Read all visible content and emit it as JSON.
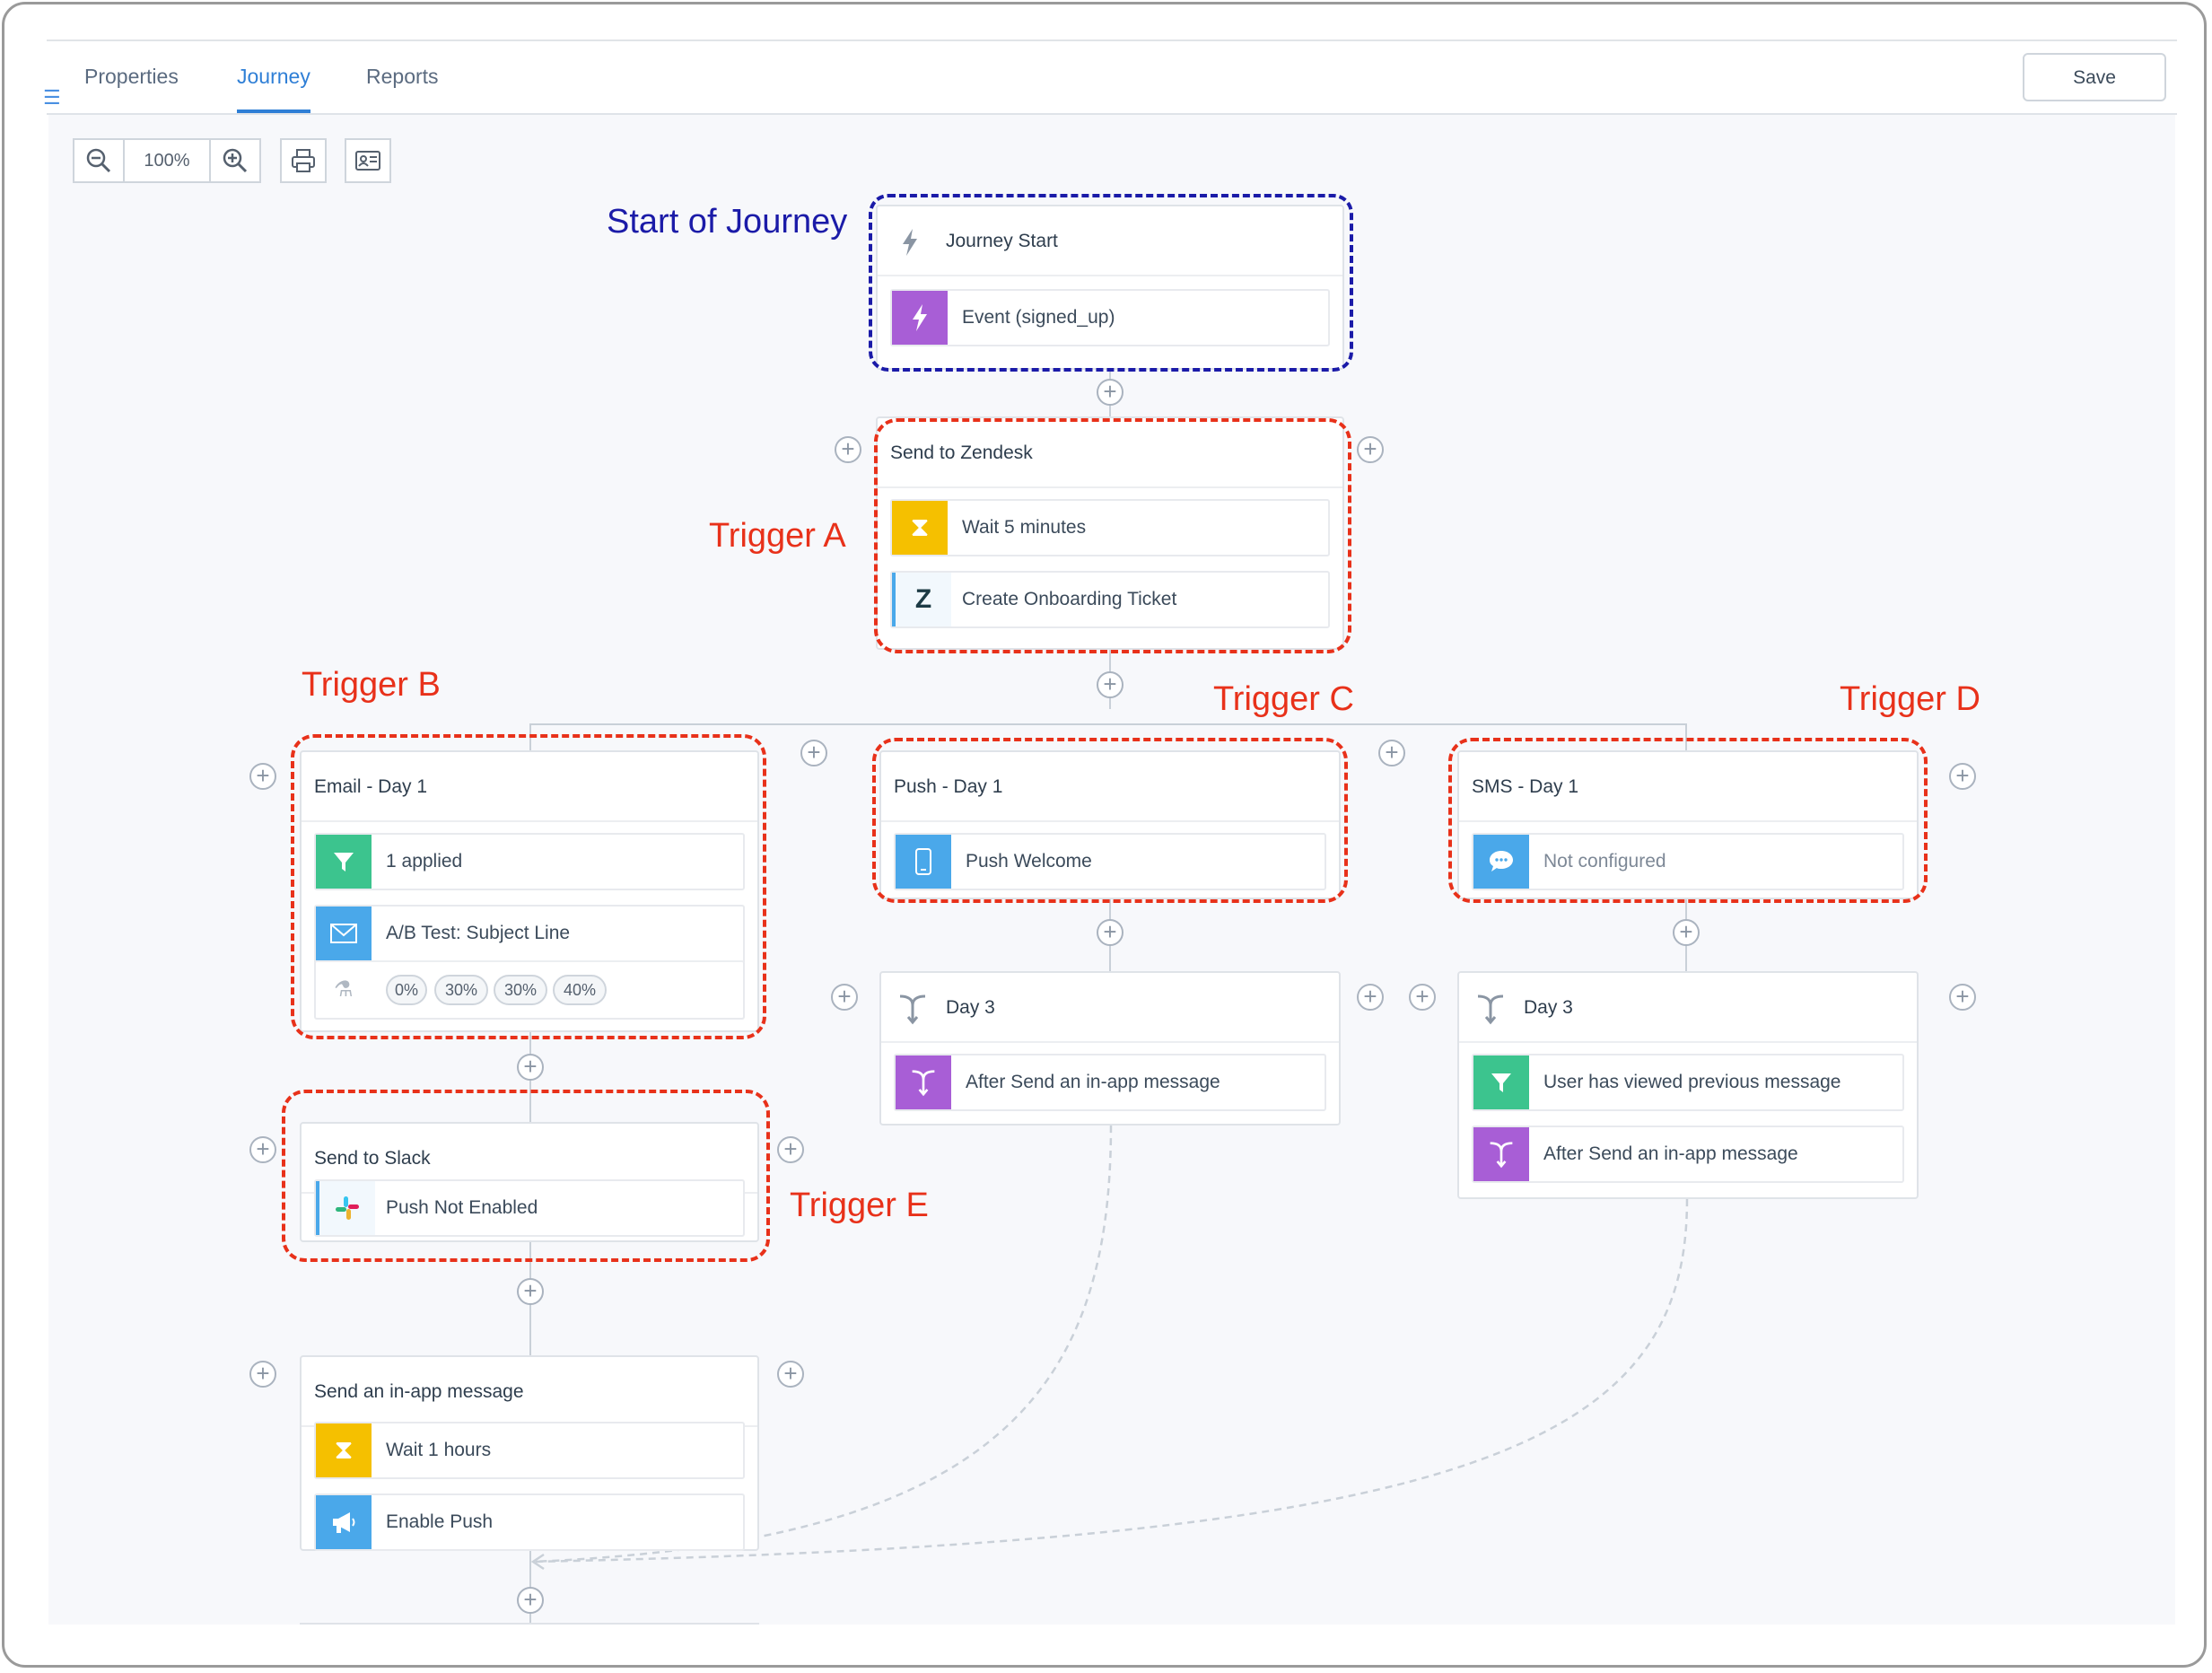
{
  "tabs": [
    "Properties",
    "Journey",
    "Reports"
  ],
  "active_tab": "Journey",
  "save_label": "Save",
  "zoom_level": "100%",
  "colors": {
    "accent": "#2f7fd6",
    "purple": "#a85ed6",
    "yellow": "#f5c000",
    "green": "#3cc48e",
    "blue": "#4aa8ea",
    "annotation_red": "#e8311a",
    "annotation_blue": "#1b1ba8"
  },
  "annotations": {
    "start": "Start of Journey",
    "a": "Trigger A",
    "b": "Trigger B",
    "c": "Trigger C",
    "d": "Trigger D",
    "e": "Trigger E"
  },
  "cards": {
    "journey_start": {
      "title": "Journey Start",
      "rows": [
        {
          "label": "Event (signed_up)",
          "icon": "lightning-icon"
        }
      ]
    },
    "zendesk": {
      "title": "Send to Zendesk",
      "rows": [
        {
          "label": "Wait 5 minutes",
          "icon": "hourglass-icon"
        },
        {
          "label": "Create Onboarding Ticket",
          "icon": "zendesk-icon"
        }
      ]
    },
    "email": {
      "title": "Email - Day 1",
      "rows": [
        {
          "label": "1 applied",
          "icon": "filter-icon"
        },
        {
          "label": "A/B Test: Subject Line",
          "icon": "envelope-icon"
        }
      ],
      "ab_split": [
        "0%",
        "30%",
        "30%",
        "40%"
      ]
    },
    "push": {
      "title": "Push - Day 1",
      "rows": [
        {
          "label": "Push Welcome",
          "icon": "phone-icon"
        }
      ]
    },
    "sms": {
      "title": "SMS - Day 1",
      "rows": [
        {
          "label": "Not configured",
          "icon": "chat-bubble-icon"
        }
      ]
    },
    "push_day3": {
      "title": "Day 3",
      "rows": [
        {
          "label": "After Send an in-app message",
          "icon": "branch-icon"
        }
      ]
    },
    "sms_day3": {
      "title": "Day 3",
      "rows": [
        {
          "label": "User has viewed previous message",
          "icon": "filter-icon"
        },
        {
          "label": "After Send an in-app message",
          "icon": "branch-icon"
        }
      ]
    },
    "slack": {
      "title": "Send to Slack",
      "rows": [
        {
          "label": "Push Not Enabled",
          "icon": "slack-icon"
        }
      ]
    },
    "inapp": {
      "title": "Send an in-app message",
      "rows": [
        {
          "label": "Wait 1 hours",
          "icon": "hourglass-icon"
        },
        {
          "label": "Enable Push",
          "icon": "megaphone-icon"
        }
      ]
    }
  }
}
